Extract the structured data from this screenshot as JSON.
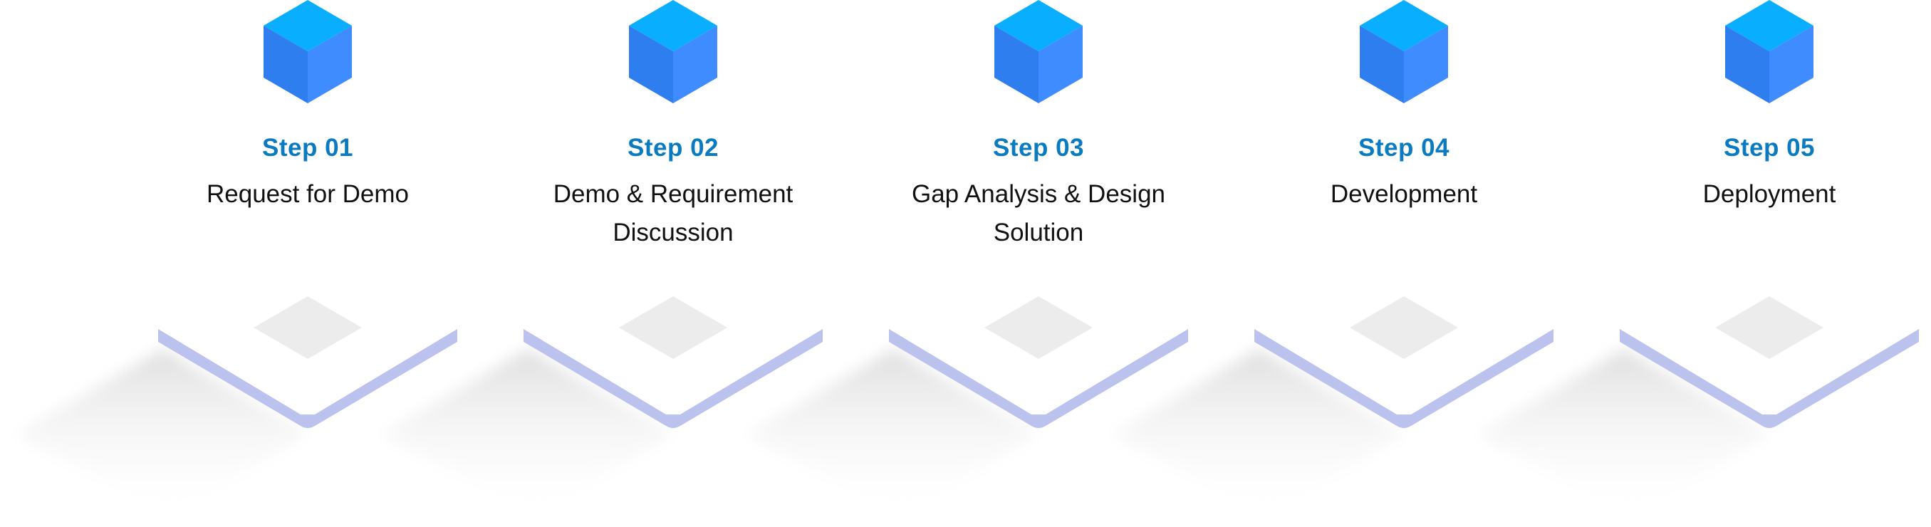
{
  "process": {
    "accent_color": "#0a7bc0",
    "title_color": "#111111",
    "cube_colors": {
      "top": "#0aaeff",
      "left": "#2f7ef0",
      "right": "#3e8cff"
    },
    "steps": [
      {
        "label": "Step 01",
        "title": "Request for Demo",
        "icon": "cube-icon"
      },
      {
        "label": "Step 02",
        "title": "Demo & Requirement Discussion",
        "icon": "cube-icon"
      },
      {
        "label": "Step 03",
        "title": "Gap Analysis & Design Solution",
        "icon": "cube-icon"
      },
      {
        "label": "Step 04",
        "title": "Development",
        "icon": "cube-icon"
      },
      {
        "label": "Step 05",
        "title": "Deployment",
        "icon": "cube-icon"
      }
    ]
  }
}
